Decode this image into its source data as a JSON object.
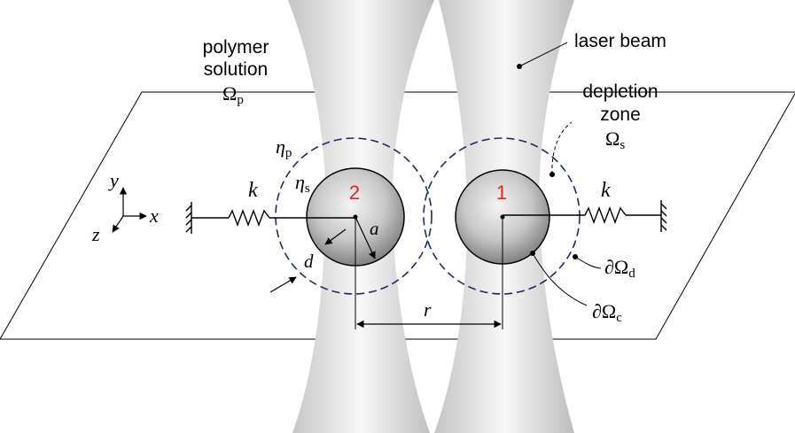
{
  "labels": {
    "polymer_line1": "polymer",
    "polymer_line2": "solution",
    "omega_p_main": "Ω",
    "omega_p_sub": "p",
    "laser_beam": "laser beam",
    "depletion_line1": "depletion",
    "depletion_line2": "zone",
    "omega_s_main": "Ω",
    "omega_s_sub": "s",
    "eta_p_main": "η",
    "eta_p_sub": "p",
    "eta_s_main": "η",
    "eta_s_sub": "s",
    "k_left": "k",
    "k_right": "k",
    "particle_2": "2",
    "particle_1": "1",
    "radius_a": "a",
    "depletion_d": "d",
    "distance_r": "r",
    "boundary_d_main": "∂Ω",
    "boundary_d_sub": "d",
    "boundary_c_main": "∂Ω",
    "boundary_c_sub": "c",
    "axis_x": "x",
    "axis_y": "y",
    "axis_z": "z"
  },
  "colors": {
    "particle_number": "#e8231f",
    "dashed_circle": "#1f2a6b",
    "line": "#000000",
    "beam_center": "#f7f7f7",
    "beam_edge": "#b9b9b9"
  }
}
